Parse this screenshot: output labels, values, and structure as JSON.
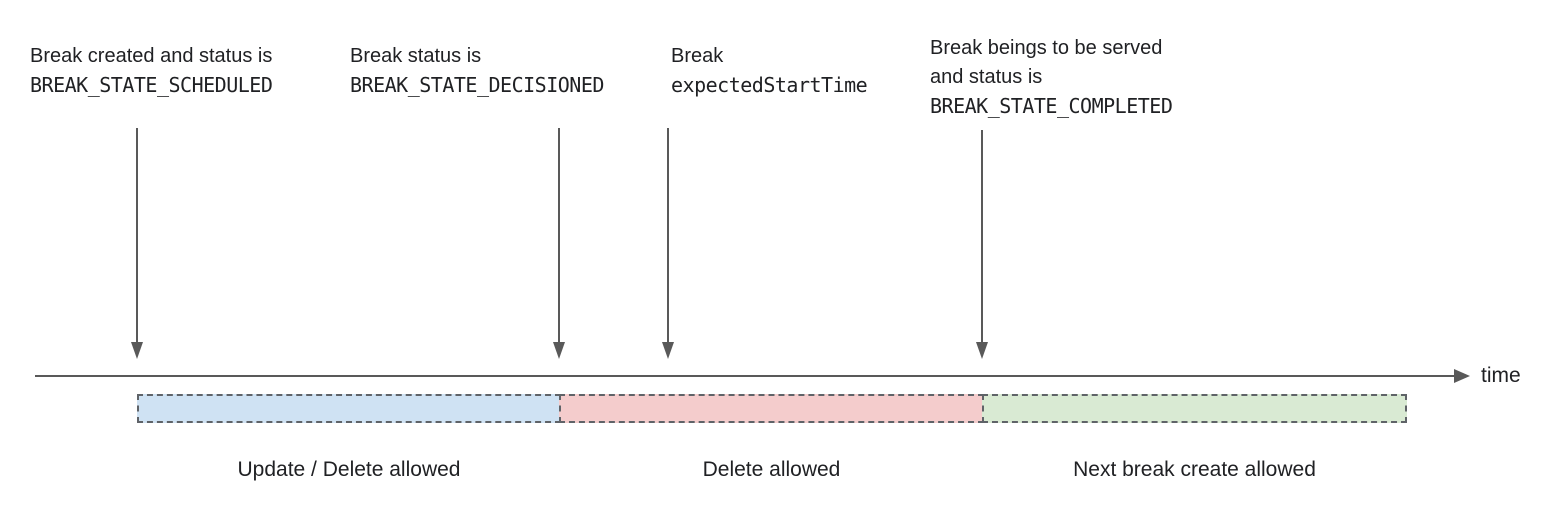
{
  "annotations": [
    {
      "line1": "Break created and status is",
      "line2": "BREAK_STATE_SCHEDULED"
    },
    {
      "line1": "Break status is",
      "line2": "BREAK_STATE_DECISIONED"
    },
    {
      "line1": "Break",
      "line2": "expectedStartTime"
    },
    {
      "line1": "Break beings to be served",
      "line2": "and status is",
      "line3": "BREAK_STATE_COMPLETED"
    }
  ],
  "timeline": {
    "axis_label": "time",
    "line_color": "#595959"
  },
  "segments": [
    {
      "label": "Update / Delete allowed",
      "color": "#cfe2f3"
    },
    {
      "label": "Delete allowed",
      "color": "#f4cccc"
    },
    {
      "label": "Next break create allowed",
      "color": "#d9ead3"
    }
  ]
}
